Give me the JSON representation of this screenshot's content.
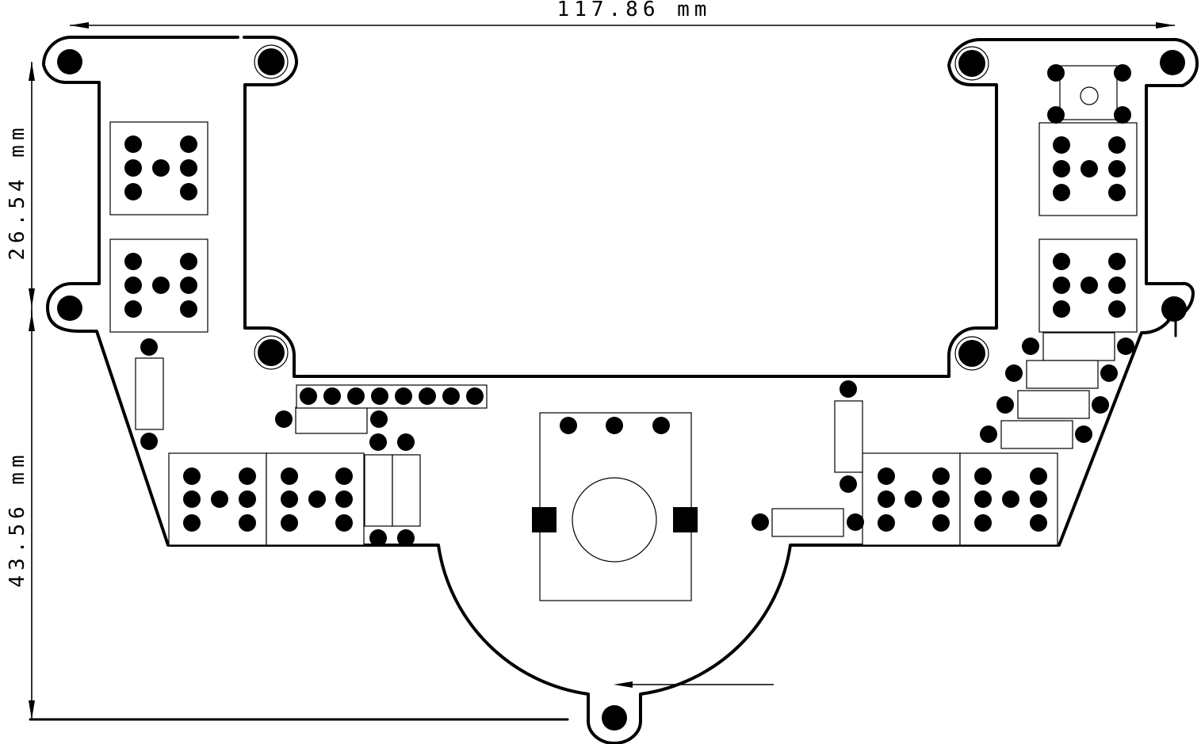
{
  "dimensions": {
    "width_label": "117.86 mm",
    "upper_height_label": "26.54 mm",
    "lower_height_label": "43.56 mm"
  },
  "colors": {
    "ink": "#000000",
    "background": "#ffffff"
  }
}
